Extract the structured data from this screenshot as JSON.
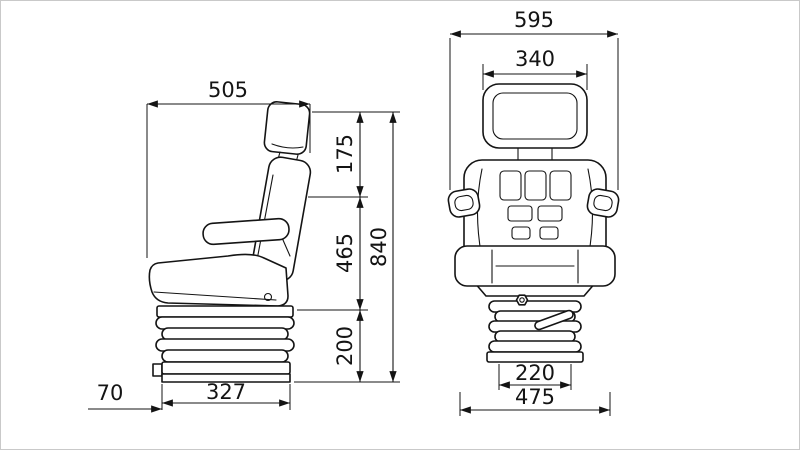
{
  "drawing": {
    "type": "seat-dimension-technical-drawing",
    "colors": {
      "line": "#141414",
      "background": "#ffffff"
    }
  },
  "side_view": {
    "dimensions": {
      "depth": "505",
      "upper_back_height": "175",
      "backrest_height": "465",
      "total_height": "840",
      "suspension_height": "200",
      "rail_length": "327",
      "rail_offset": "70"
    }
  },
  "front_view": {
    "dimensions": {
      "overall_width": "595",
      "headrest_width": "340",
      "suspension_width": "220",
      "base_width": "475"
    }
  }
}
